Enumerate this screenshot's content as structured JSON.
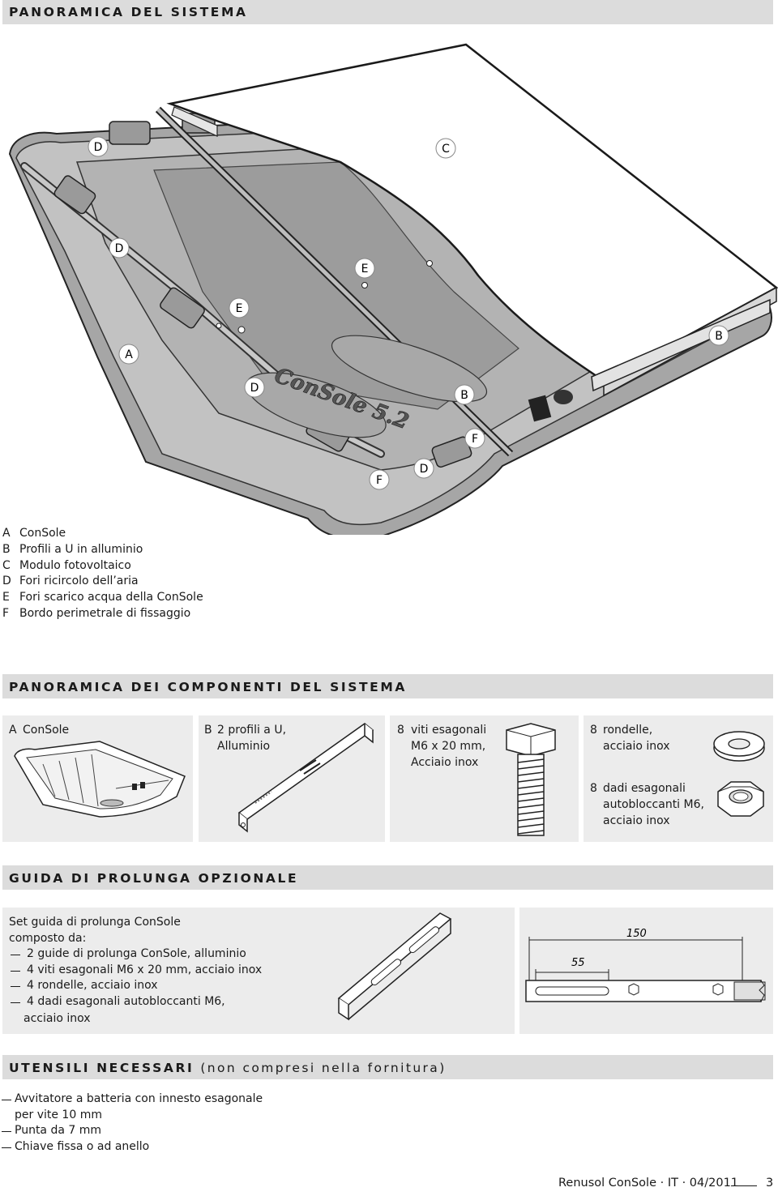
{
  "section1": {
    "title": "PANORAMICA DEL SISTEMA"
  },
  "diagram": {
    "callouts": [
      "D",
      "C",
      "D",
      "E",
      "E",
      "A",
      "D",
      "B",
      "B",
      "F",
      "F",
      "D"
    ],
    "legend": [
      {
        "key": "A",
        "text": "ConSole"
      },
      {
        "key": "B",
        "text": "Profili a U in alluminio"
      },
      {
        "key": "C",
        "text": "Modulo fotovoltaico"
      },
      {
        "key": "D",
        "text": "Fori ricircolo dell’aria"
      },
      {
        "key": "E",
        "text": "Fori scarico acqua della ConSole"
      },
      {
        "key": "F",
        "text": "Bordo perimetrale di fissaggio"
      }
    ],
    "embossed_text": "ConSole 5.2"
  },
  "section2": {
    "title": "PANORAMICA DEI COMPONENTI DEL SISTEMA",
    "items": [
      {
        "key": "A",
        "lines": [
          "ConSole"
        ]
      },
      {
        "key": "B",
        "lines": [
          "2 profili a U,",
          "Alluminio"
        ]
      },
      {
        "key": "8",
        "lines": [
          "viti esagonali",
          "M6 x 20 mm,",
          "Acciaio inox"
        ]
      },
      {
        "key": "8",
        "lines": [
          "rondelle,",
          "acciaio inox"
        ]
      },
      {
        "key": "8",
        "lines": [
          "dadi esagonali",
          "autobloccanti M6,",
          "acciaio inox"
        ]
      }
    ]
  },
  "section3": {
    "title": "GUIDA DI PROLUNGA OPZIONALE",
    "set_title": "Set guida di prolunga ConSole",
    "set_subtitle": "composto da:",
    "list": [
      "2 guide di prolunga ConSole, alluminio",
      "4 viti esagonali M6 x 20 mm, acciaio inox",
      "4 rondelle, acciaio inox",
      "4 dadi esagonali autobloccanti M6,"
    ],
    "list_continuation": "acciaio inox",
    "dimensions": [
      "150",
      "55"
    ]
  },
  "section4": {
    "title": "UTENSILI NECESSARI",
    "subtitle": "(non compresi nella fornitura)",
    "tools": [
      "Avvitatore a batteria con innesto esagonale",
      "Punta da 7 mm",
      "Chiave fissa o ad anello"
    ],
    "tool_continuation": "per vite 10 mm"
  },
  "footer": {
    "doc": "Renusol ConSole · IT · 04/2011",
    "page": "3"
  }
}
